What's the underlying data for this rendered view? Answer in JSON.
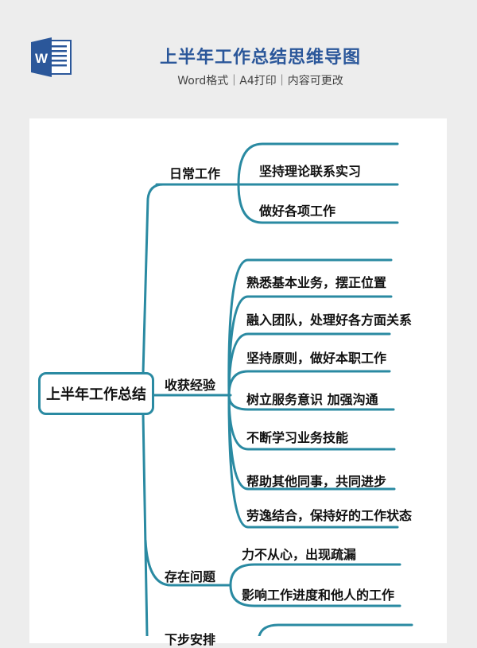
{
  "header": {
    "icon": "word-document-icon",
    "title": "上半年工作总结思维导图",
    "subtitle": "Word格式｜A4打印｜内容可更改"
  },
  "colors": {
    "background": "#ededed",
    "title": "#2b579a",
    "line": "#2a8aa2",
    "card": "#ffffff"
  },
  "mindmap": {
    "root": "上半年工作总结",
    "branches": [
      {
        "label": "日常工作",
        "items": [
          "坚持理论联系实习",
          "做好各项工作"
        ]
      },
      {
        "label": "收获经验",
        "items": [
          "熟悉基本业务，摆正位置",
          "融入团队，处理好各方面关系",
          "坚持原则，做好本职工作",
          "树立服务意识 加强沟通",
          "不断学习业务技能",
          "帮助其他同事，共同进步",
          "劳逸结合，保持好的工作状态"
        ]
      },
      {
        "label": "存在问题",
        "items": [
          "力不从心，出现疏漏",
          "影响工作进度和他人的工作"
        ]
      },
      {
        "label": "下步安排",
        "items": []
      }
    ]
  }
}
